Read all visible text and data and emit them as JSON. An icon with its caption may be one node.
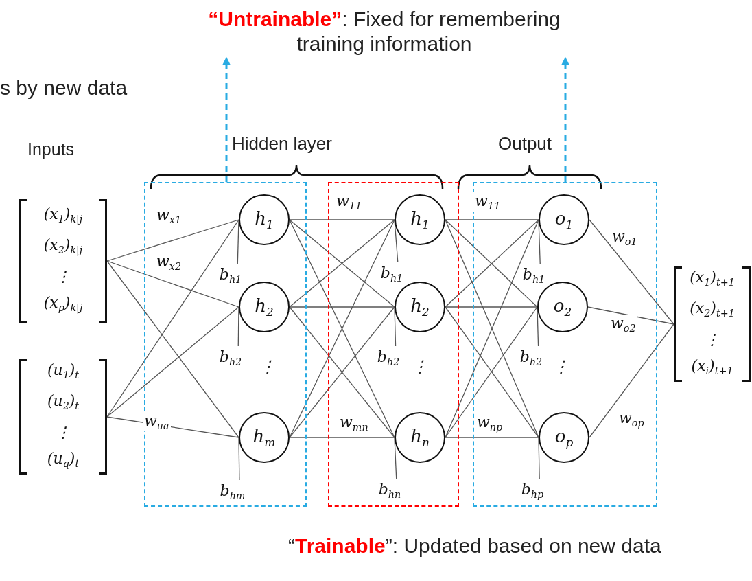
{
  "diagram": {
    "nodes": [
      {
        "text": [
          "(x$_{1}$)$_{k|j}$",
          "(x$_{2}$)$_{k|j}$",
          "⋮",
          "(x$_{p}$)$_{k|j}$"
        ]
      },
      {
        "text": [
          "(u$_{1}$)$_{t}$",
          "(u$_{2}$)$_{t}$",
          "⋮",
          "(u$_{q}$)$_{t}$"
        ]
      },
      {
        "text": [],
        "shape": "box"
      },
      {
        "text": [
          "h$_{1}$"
        ],
        "in": 2
      },
      {
        "text": [
          "h$_{2}$"
        ],
        "in": 2
      },
      {
        "text": [
          "h$_{m}$"
        ],
        "in": 2
      },
      {
        "text": [
          "b$_{h1}$"
        ],
        "in": 2
      },
      {
        "text": [
          "b$_{h2}$"
        ],
        "in": 2
      },
      {
        "text": [
          "b$_{hm}$"
        ],
        "in": 2
      },
      {
        "text": [],
        "shape": "box"
      },
      {
        "text": [
          "h$_{1}$"
        ],
        "in": 9
      },
      {
        "text": [
          "h$_{2}$"
        ],
        "in": 9
      },
      {
        "text": [
          "h$_{n}$"
        ],
        "in": 9
      },
      {
        "text": [
          "b$_{h1}$"
        ],
        "in": 9
      },
      {
        "text": [
          "b$_{h2}$"
        ],
        "in": 9
      },
      {
        "text": [
          "b$_{hn}$"
        ],
        "in": 9
      },
      {
        "text": [],
        "shape": "box"
      },
      {
        "text": [
          "o$_{1}$"
        ],
        "in": 16
      },
      {
        "text": [
          "o$_{2}$"
        ],
        "in": 16
      },
      {
        "text": [
          "o$_{p}$"
        ],
        "in": 16
      },
      {
        "text": [
          "b$_{h1}$"
        ],
        "in": 16
      },
      {
        "text": [
          "b$_{h2}$"
        ],
        "in": 16
      },
      {
        "text": [
          "b$_{hp}$"
        ],
        "in": 16
      },
      {
        "text": [
          "(x$_{1}$)$_{t+1}$",
          "(x$_{2}$)$_{t+1}$",
          "⋮",
          "(x$_{i}$)$_{t+1}$"
        ]
      },
      {
        "text": [
          "**“Untrainable”**: Fixed for remembering training information"
        ]
      }
    ],
    "edges": [
      {
        "from": 2,
        "to": 24,
        "arrow": "to",
        "style": "dashed",
        "color": "#29abe2"
      },
      {
        "from": 16,
        "to": 24,
        "arrow": "to",
        "style": "dashed",
        "color": "#29abe2"
      },
      {
        "from": 0,
        "to": 3,
        "arrow": "none",
        "label": "w$_{x1}$"
      },
      {
        "from": 0,
        "to": 4,
        "arrow": "none",
        "label": "w$_{x2}$"
      },
      {
        "from": 0,
        "to": 5,
        "arrow": "none"
      },
      {
        "from": 1,
        "to": 3,
        "arrow": "none"
      },
      {
        "from": 1,
        "to": 4,
        "arrow": "none"
      },
      {
        "from": 1,
        "to": 5,
        "arrow": "none",
        "label": "w$_{ua}$"
      },
      {
        "from": 3,
        "to": 10,
        "arrow": "none",
        "label": "w$_{11}$"
      },
      {
        "from": 3,
        "to": 11,
        "arrow": "none"
      },
      {
        "from": 3,
        "to": 12,
        "arrow": "none"
      },
      {
        "from": 4,
        "to": 10,
        "arrow": "none"
      },
      {
        "from": 4,
        "to": 11,
        "arrow": "none"
      },
      {
        "from": 4,
        "to": 12,
        "arrow": "none"
      },
      {
        "from": 5,
        "to": 10,
        "arrow": "none"
      },
      {
        "from": 5,
        "to": 11,
        "arrow": "none"
      },
      {
        "from": 5,
        "to": 12,
        "arrow": "none",
        "label": "w$_{mn}$"
      },
      {
        "from": 10,
        "to": 17,
        "arrow": "none",
        "label": "w$_{11}$"
      },
      {
        "from": 10,
        "to": 18,
        "arrow": "none"
      },
      {
        "from": 10,
        "to": 19,
        "arrow": "none"
      },
      {
        "from": 11,
        "to": 17,
        "arrow": "none"
      },
      {
        "from": 11,
        "to": 18,
        "arrow": "none"
      },
      {
        "from": 11,
        "to": 19,
        "arrow": "none"
      },
      {
        "from": 12,
        "to": 17,
        "arrow": "none"
      },
      {
        "from": 12,
        "to": 18,
        "arrow": "none"
      },
      {
        "from": 12,
        "to": 19,
        "arrow": "none",
        "label": "w$_{np}$"
      },
      {
        "from": 17,
        "to": 23,
        "arrow": "none",
        "label": "w$_{o1}$"
      },
      {
        "from": 18,
        "to": 23,
        "arrow": "none",
        "label": "w$_{o2}$"
      },
      {
        "from": 19,
        "to": 23,
        "arrow": "none",
        "label": "w$_{op}$"
      },
      {
        "from": 6,
        "to": 3,
        "arrow": "none"
      },
      {
        "from": 7,
        "to": 4,
        "arrow": "none"
      },
      {
        "from": 8,
        "to": 5,
        "arrow": "none"
      },
      {
        "from": 13,
        "to": 10,
        "arrow": "none"
      },
      {
        "from": 14,
        "to": 11,
        "arrow": "none"
      },
      {
        "from": 15,
        "to": 12,
        "arrow": "none"
      },
      {
        "from": 20,
        "to": 17,
        "arrow": "none"
      },
      {
        "from": 21,
        "to": 18,
        "arrow": "none"
      },
      {
        "from": 22,
        "to": 19,
        "arrow": "none"
      }
    ],
    "labels": [
      "s by new data",
      "Inputs",
      "Hidden layer",
      "Output",
      "⋮",
      "⋮",
      "⋮",
      "“**Trainable**”: Updated based on new data"
    ]
  }
}
